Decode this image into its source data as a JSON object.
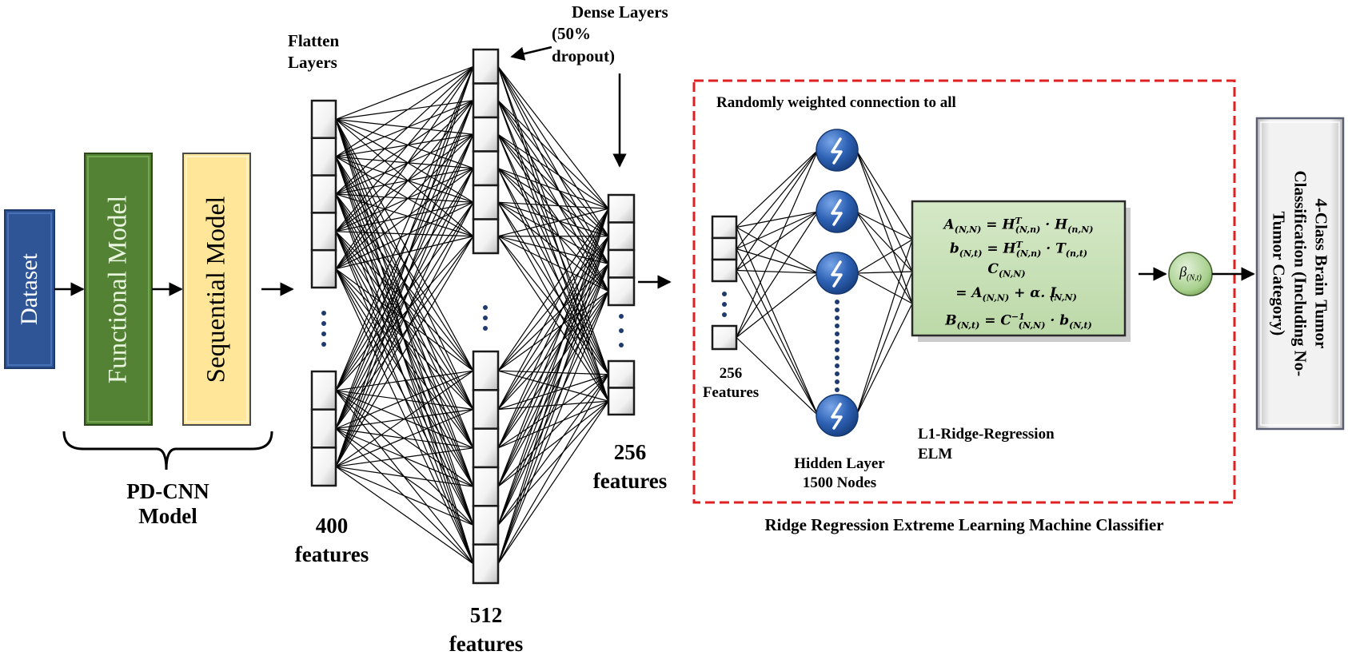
{
  "pipeline": {
    "dataset_label": "Dataset",
    "functional_label": "Functional Model",
    "sequential_label": "Sequential Model",
    "group_label_line1": "PD-CNN",
    "group_label_line2": "Model"
  },
  "network": {
    "flatten_title_line1": "Flatten",
    "flatten_title_line2": "Layers",
    "dense_title_line1": "Dense Layers",
    "dense_title_line2": "(50%",
    "dense_title_line3": "dropout)",
    "flatten_count": "400",
    "flatten_unit": "features",
    "dense1_count": "512",
    "dense1_unit": "features",
    "dense2_count": "256",
    "dense2_unit": "features"
  },
  "elm": {
    "connection_note": "Randomly weighted connection to all",
    "input_count": "256",
    "input_unit": "Features",
    "hidden_line1": "Hidden Layer",
    "hidden_line2": "1500 Nodes",
    "method_line1": "L1-Ridge-Regression",
    "method_line2": "ELM",
    "caption": "Ridge Regression Extreme Learning Machine Classifier",
    "beta_symbol": "β",
    "beta_subscript": "(N,t)",
    "equations": [
      {
        "lhs": "A",
        "lhs_sub": "(N,N)",
        "rhs": "= H",
        "rhs_sup": "T",
        "rhs_sub": "(N,n)",
        "tail": " · H",
        "tail_sub": "(n,N)"
      },
      {
        "lhs": "b",
        "lhs_sub": "(N,t)",
        "rhs": "= H",
        "rhs_sup": "T",
        "rhs_sub": "(N,n)",
        "tail": " · T",
        "tail_sub": "(n,t)"
      },
      {
        "lhs": "C",
        "lhs_sub": "(N,N)",
        "rhs": "",
        "rhs_sup": "",
        "rhs_sub": "",
        "tail": "",
        "tail_sub": ""
      },
      {
        "lhs": "= A",
        "lhs_sub": "(N,N)",
        "rhs": " +  α. I",
        "rhs_sup": "",
        "rhs_sub": "(N,N)",
        "tail": "",
        "tail_sub": ""
      },
      {
        "lhs": "B",
        "lhs_sub": "(N,t)",
        "rhs": "= C",
        "rhs_sup": "−1",
        "rhs_sub": "(N,N)",
        "tail": " · b",
        "tail_sub": "(N,t)"
      }
    ]
  },
  "output": {
    "line1": "4-Class Brain Tumor",
    "line2": "Classification (Including No-",
    "line3": "Tumor Category)"
  },
  "colors": {
    "dataset": "#2f5597",
    "functional": "#548235",
    "sequential": "#ffe699",
    "neuron": "#2e62b5",
    "equation_box": "#c5e0b4",
    "beta_node": "#a9d18e",
    "output_box": "#e7e6e6",
    "dashed_border": "#e02020",
    "dots": "#1f3a6e"
  }
}
